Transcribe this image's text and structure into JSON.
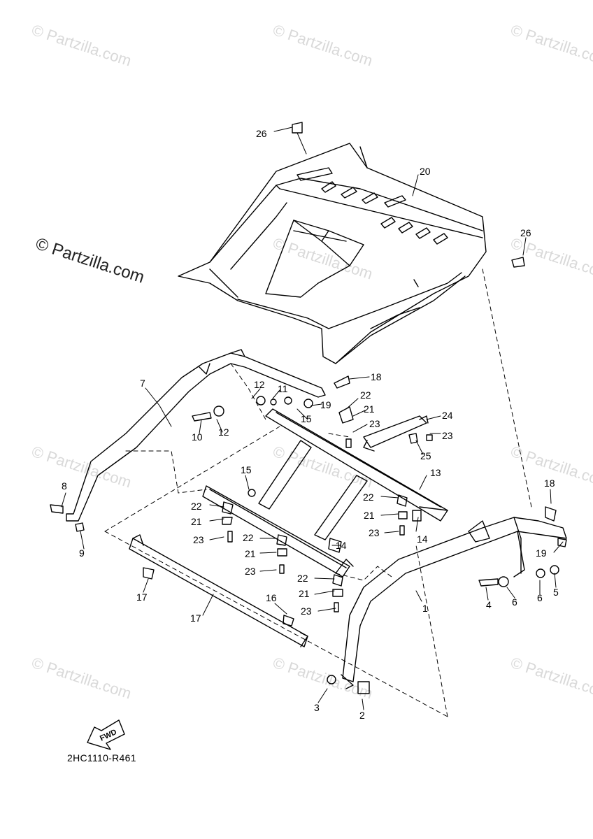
{
  "watermark": {
    "text": "© Partzilla.com",
    "main_text": "© Partzilla.com"
  },
  "diagram_code": "2HC1110-R461",
  "fwd_label": "FWD",
  "callouts": [
    {
      "id": "c26a",
      "label": "26"
    },
    {
      "id": "c20",
      "label": "20"
    },
    {
      "id": "c26b",
      "label": "26"
    },
    {
      "id": "c7",
      "label": "7"
    },
    {
      "id": "c12a",
      "label": "12"
    },
    {
      "id": "c11",
      "label": "11"
    },
    {
      "id": "c18a",
      "label": "18"
    },
    {
      "id": "c22a",
      "label": "22"
    },
    {
      "id": "c19a",
      "label": "19"
    },
    {
      "id": "c15a",
      "label": "15"
    },
    {
      "id": "c21a",
      "label": "21"
    },
    {
      "id": "c24",
      "label": "24"
    },
    {
      "id": "c23a",
      "label": "23"
    },
    {
      "id": "c23b",
      "label": "23"
    },
    {
      "id": "c25",
      "label": "25"
    },
    {
      "id": "c10",
      "label": "10"
    },
    {
      "id": "c12b",
      "label": "12"
    },
    {
      "id": "c15b",
      "label": "15"
    },
    {
      "id": "c13",
      "label": "13"
    },
    {
      "id": "c8",
      "label": "8"
    },
    {
      "id": "c9",
      "label": "9"
    },
    {
      "id": "c22b",
      "label": "22"
    },
    {
      "id": "c21b",
      "label": "21"
    },
    {
      "id": "c23c",
      "label": "23"
    },
    {
      "id": "c22c",
      "label": "22"
    },
    {
      "id": "c21c",
      "label": "21"
    },
    {
      "id": "c23d",
      "label": "23"
    },
    {
      "id": "c14a",
      "label": "14"
    },
    {
      "id": "c14b",
      "label": "14"
    },
    {
      "id": "c22d",
      "label": "22"
    },
    {
      "id": "c21d",
      "label": "21"
    },
    {
      "id": "c23e",
      "label": "23"
    },
    {
      "id": "c22e",
      "label": "22"
    },
    {
      "id": "c21e",
      "label": "21"
    },
    {
      "id": "c23f",
      "label": "23"
    },
    {
      "id": "c18b",
      "label": "18"
    },
    {
      "id": "c19b",
      "label": "19"
    },
    {
      "id": "c4",
      "label": "4"
    },
    {
      "id": "c6a",
      "label": "6"
    },
    {
      "id": "c6b",
      "label": "6"
    },
    {
      "id": "c5",
      "label": "5"
    },
    {
      "id": "c1",
      "label": "1"
    },
    {
      "id": "c17a",
      "label": "17"
    },
    {
      "id": "c16",
      "label": "16"
    },
    {
      "id": "c17b",
      "label": "17"
    },
    {
      "id": "c3",
      "label": "3"
    },
    {
      "id": "c2",
      "label": "2"
    }
  ]
}
